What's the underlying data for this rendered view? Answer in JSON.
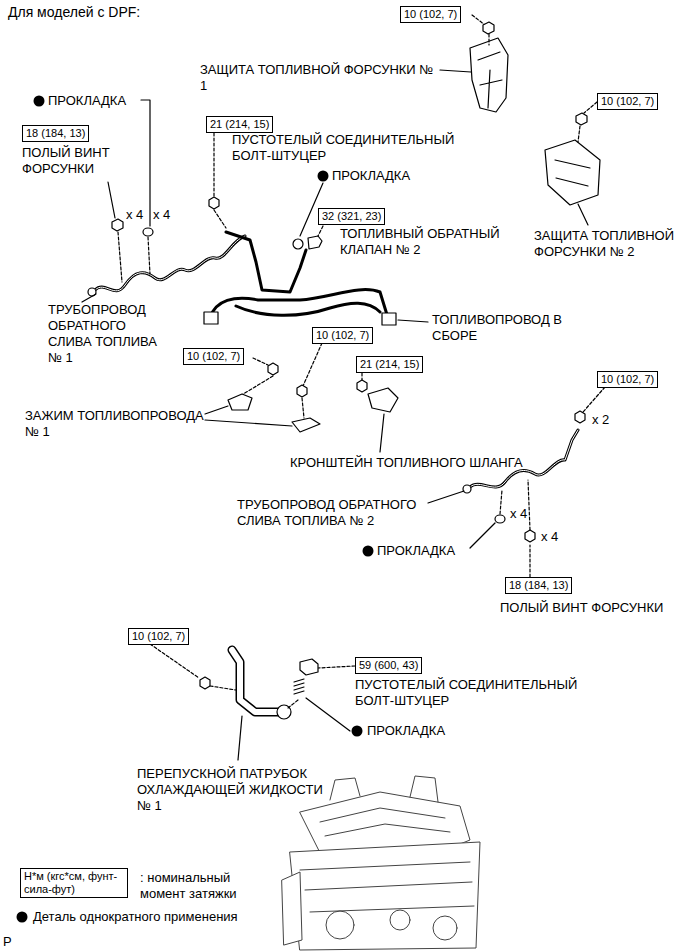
{
  "diagram": {
    "title": "Для моделей с DPF:",
    "nodes": [
      {
        "text": [
          "10 (102, 7)"
        ]
      },
      {
        "text": [
          "18 (184, 13)"
        ]
      },
      {
        "text": [
          "21 (214, 15)"
        ]
      },
      {
        "text": [
          "10 (102, 7)"
        ]
      },
      {
        "text": [
          "32 (321, 23)"
        ]
      },
      {
        "text": [
          "10 (102, 7)"
        ]
      },
      {
        "text": [
          "10 (102, 7)"
        ]
      },
      {
        "text": [
          "21 (214, 15)"
        ]
      },
      {
        "text": [
          "10 (102, 7)"
        ]
      },
      {
        "text": [
          "18 (184, 13)"
        ]
      },
      {
        "text": [
          "10 (102, 7)"
        ]
      },
      {
        "text": [
          "59 (600, 43)"
        ]
      },
      {
        "text": [
          "Н*м (кгс*см, фунт-сила-фут)"
        ]
      }
    ],
    "labels": [
      "ЗАЩИТА ТОПЛИВНОЙ ФОРСУНКИ № 1",
      "ПРОКЛАДКА",
      "ПУСТОТЕЛЫЙ СОЕДИНИТЕЛЬНЫЙ БОЛТ-ШТУЦЕР",
      "ПОЛЫЙ ВИНТ ФОРСУНКИ",
      "ПРОКЛАДКА",
      "x 4",
      "x 4",
      "ТОПЛИВНЫЙ ОБРАТНЫЙ КЛАПАН № 2",
      "ЗАЩИТА ТОПЛИВНОЙ ФОРСУНКИ № 2",
      "ТРУБОПРОВОД ОБРАТНОГО СЛИВА ТОПЛИВА № 1",
      "ТОПЛИВОПРОВОД В СБОРЕ",
      "ЗАЖИМ ТОПЛИВОПРОВОДА № 1",
      "x 2",
      "КРОНШТЕЙН ТОПЛИВНОГО ШЛАНГА",
      "ТРУБОПРОВОД ОБРАТНОГО СЛИВА ТОПЛИВА № 2",
      "x 4",
      "x 4",
      "ПРОКЛАДКА",
      "ПОЛЫЙ ВИНТ ФОРСУНКИ",
      "ПУСТОТЕЛЫЙ СОЕДИНИТЕЛЬНЫЙ БОЛТ-ШТУЦЕР",
      "ПРОКЛАДКА",
      "ПЕРЕПУСКНОЙ ПАТРУБОК ОХЛАЖДАЮЩЕЙ ЖИДКОСТИ № 1",
      "P"
    ],
    "legend": [
      {
        "text": ": номинальный момент затяжки"
      },
      {
        "text": "Деталь однократного применения"
      }
    ]
  }
}
